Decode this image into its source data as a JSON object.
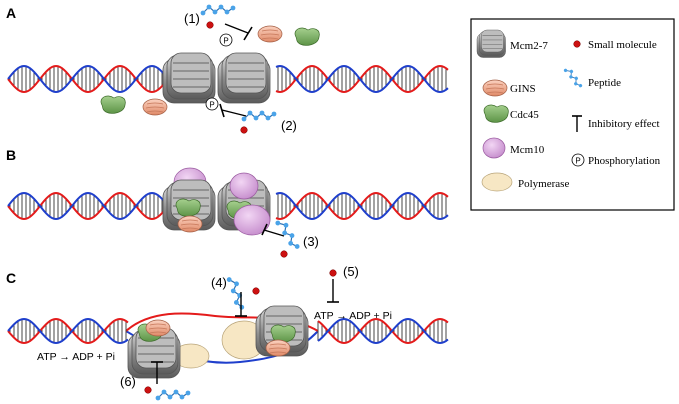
{
  "panels": [
    {
      "letter": "A",
      "labels": [
        "(1)",
        "(2)"
      ]
    },
    {
      "letter": "B",
      "labels": [
        "(3)"
      ]
    },
    {
      "letter": "C",
      "labels": [
        "(4)",
        "(5)",
        "(6)"
      ]
    }
  ],
  "phospho_mark": "P",
  "reaction_text": "ATP → ADP + Pi",
  "legend": {
    "items": [
      {
        "label": "Mcm2-7",
        "icon": "mcm-hexamer-icon"
      },
      {
        "label": "GINS",
        "icon": "gins-icon"
      },
      {
        "label": "Cdc45",
        "icon": "cdc45-icon"
      },
      {
        "label": "Mcm10",
        "icon": "mcm10-icon"
      },
      {
        "label": "Polymerase",
        "icon": "polymerase-icon"
      },
      {
        "label": "Small molecule",
        "icon": "small-molecule-icon"
      },
      {
        "label": "Peptide",
        "icon": "peptide-icon"
      },
      {
        "label": "Inhibitory effect",
        "icon": "inhibitory-effect-icon"
      },
      {
        "label": "Phosphorylation",
        "icon": "phosphorylation-icon"
      }
    ]
  },
  "colors": {
    "dna_strand_1": "#e41b1b",
    "dna_strand_2": "#1f3fcc",
    "mcm": "#9a9a9a",
    "gins": "#f2a98c",
    "cdc45": "#7fb26a",
    "mcm10": "#d7a8dc",
    "polymerase": "#f7e7c4",
    "small_molecule": "#cc1111",
    "peptide": "#3a8fd4"
  }
}
